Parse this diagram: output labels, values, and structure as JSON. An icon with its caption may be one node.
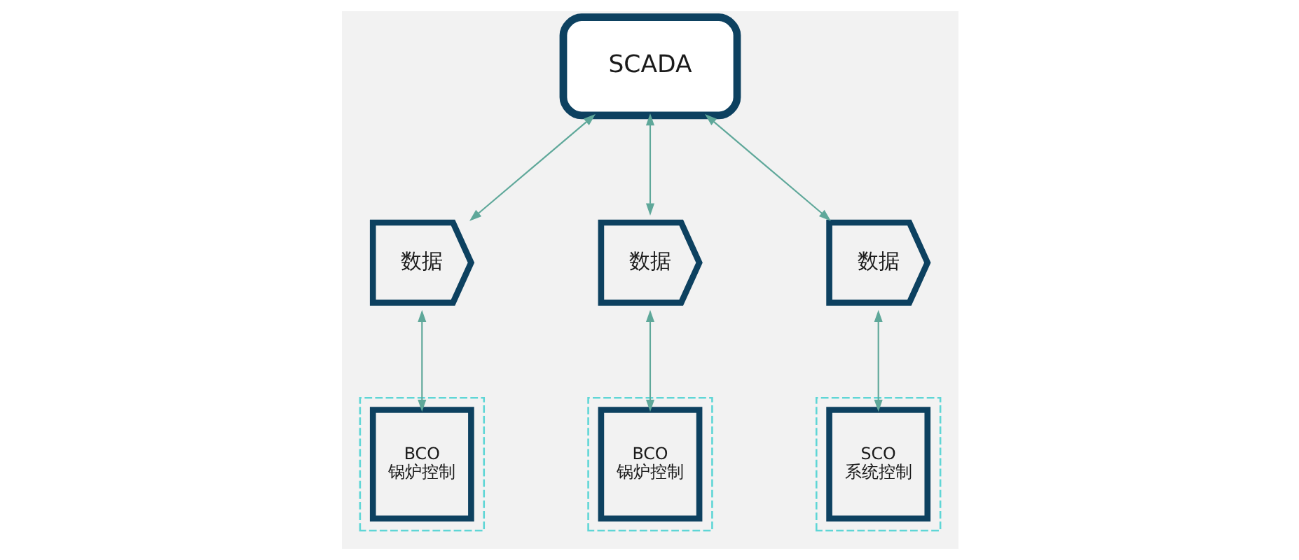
{
  "diagram": {
    "nodes": [
      {
        "text": [
          "SCADA"
        ]
      },
      {
        "text": [
          "数据"
        ]
      },
      {
        "text": [
          "数据"
        ]
      },
      {
        "text": [
          "数据"
        ]
      },
      {
        "text": [],
        "shape": "box"
      },
      {
        "text": [
          "BCO",
          "锅炉控制"
        ],
        "in": 4
      },
      {
        "text": [],
        "shape": "box"
      },
      {
        "text": [
          "BCO",
          "锅炉控制"
        ],
        "in": 6
      },
      {
        "text": [],
        "shape": "box"
      },
      {
        "text": [
          "SCO",
          "系统控制"
        ],
        "in": 8
      }
    ],
    "edges": [
      {
        "from": 0,
        "to": 1,
        "arrow": "both"
      },
      {
        "from": 0,
        "to": 2,
        "arrow": "both"
      },
      {
        "from": 0,
        "to": 3,
        "arrow": "both"
      },
      {
        "from": 1,
        "to": 5,
        "arrow": "both"
      },
      {
        "from": 2,
        "to": 7,
        "arrow": "both"
      },
      {
        "from": 3,
        "to": 9,
        "arrow": "both"
      }
    ]
  }
}
